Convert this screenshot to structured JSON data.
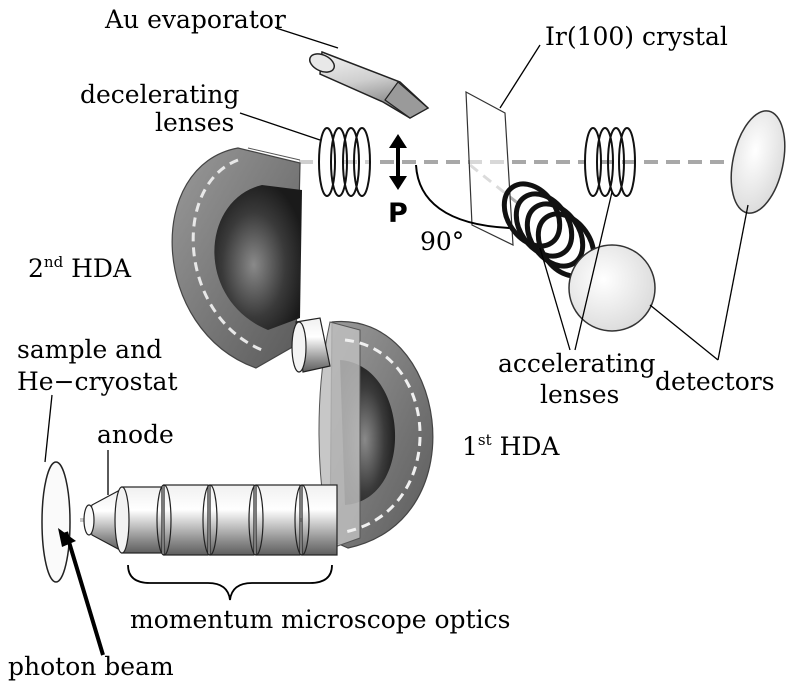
{
  "labels": {
    "au_evaporator": "Au evaporator",
    "crystal": "Ir(100) crystal",
    "decelerating_line1": "decelerating",
    "decelerating_line2": "lenses",
    "polarization": "P",
    "angle": "90°",
    "hda2_sup": "nd",
    "hda2_num": "2",
    "hda2_text": " HDA",
    "sample_line1": "sample and",
    "sample_line2": "He−cryostat",
    "accelerating_line1": "accelerating",
    "accelerating_line2": "lenses",
    "detectors": "detectors",
    "anode": "anode",
    "hda1_num": "1",
    "hda1_sup": "st",
    "hda1_text": " HDA",
    "microscope": "momentum microscope optics",
    "photon_beam": "photon beam"
  }
}
